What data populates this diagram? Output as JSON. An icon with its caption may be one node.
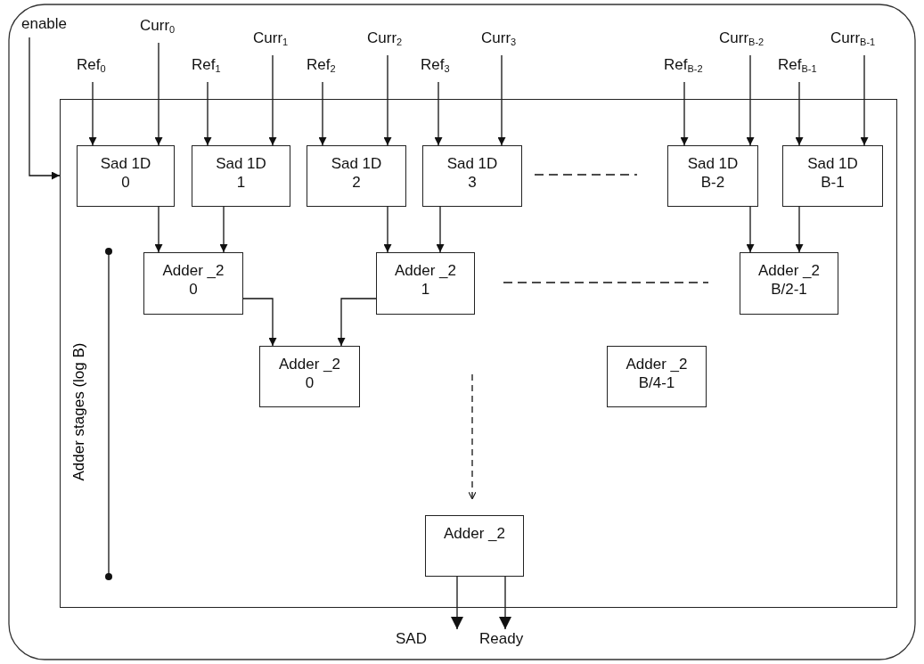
{
  "diagram": {
    "nodes": [
      {
        "text": [
          "enable"
        ]
      },
      {
        "text": [
          "Ref$_{0}$"
        ]
      },
      {
        "text": [
          "Curr$_{0}$"
        ]
      },
      {
        "text": [
          "Ref$_{1}$"
        ]
      },
      {
        "text": [
          "Curr$_{1}$"
        ]
      },
      {
        "text": [
          "Ref$_{2}$"
        ]
      },
      {
        "text": [
          "Curr$_{2}$"
        ]
      },
      {
        "text": [
          "Ref$_{3}$"
        ]
      },
      {
        "text": [
          "Curr$_{3}$"
        ]
      },
      {
        "text": [
          "Ref$_{B-2}$"
        ]
      },
      {
        "text": [
          "Curr$_{B-2}$"
        ]
      },
      {
        "text": [
          "Ref$_{B-1}$"
        ]
      },
      {
        "text": [
          "Curr$_{B-1}$"
        ]
      },
      {
        "text": [],
        "shape": "box"
      },
      {
        "text": [
          "Sad 1D",
          "0"
        ],
        "in": 13
      },
      {
        "text": [
          "Sad 1D",
          "1"
        ],
        "in": 13
      },
      {
        "text": [
          "Sad 1D",
          "2"
        ],
        "in": 13
      },
      {
        "text": [
          "Sad 1D",
          "3"
        ],
        "in": 13
      },
      {
        "text": [
          "Sad 1D",
          "B-2"
        ],
        "in": 13
      },
      {
        "text": [
          "Sad 1D",
          "B-1"
        ],
        "in": 13
      },
      {
        "text": [
          "Adder _2",
          "0"
        ],
        "in": 13
      },
      {
        "text": [
          "Adder _2",
          "1"
        ],
        "in": 13
      },
      {
        "text": [
          "Adder _2",
          "B/2-1"
        ],
        "in": 13
      },
      {
        "text": [
          "Adder _2",
          "0"
        ],
        "in": 13
      },
      {
        "text": [
          "Adder _2",
          "B/4-1"
        ],
        "in": 13
      },
      {
        "text": [
          "Adder _2"
        ],
        "in": 13
      },
      {
        "text": [
          "SAD"
        ]
      },
      {
        "text": [
          "Ready"
        ]
      }
    ],
    "edges": [
      {
        "from": 0,
        "to": 13,
        "arrow": "to"
      },
      {
        "from": 1,
        "to": 14,
        "arrow": "to"
      },
      {
        "from": 2,
        "to": 14,
        "arrow": "to"
      },
      {
        "from": 3,
        "to": 15,
        "arrow": "to"
      },
      {
        "from": 4,
        "to": 15,
        "arrow": "to"
      },
      {
        "from": 5,
        "to": 16,
        "arrow": "to"
      },
      {
        "from": 6,
        "to": 16,
        "arrow": "to"
      },
      {
        "from": 7,
        "to": 17,
        "arrow": "to"
      },
      {
        "from": 8,
        "to": 17,
        "arrow": "to"
      },
      {
        "from": 9,
        "to": 18,
        "arrow": "to"
      },
      {
        "from": 10,
        "to": 18,
        "arrow": "to"
      },
      {
        "from": 11,
        "to": 19,
        "arrow": "to"
      },
      {
        "from": 12,
        "to": 19,
        "arrow": "to"
      },
      {
        "from": 14,
        "to": 20,
        "arrow": "to"
      },
      {
        "from": 15,
        "to": 20,
        "arrow": "to"
      },
      {
        "from": 16,
        "to": 21,
        "arrow": "to"
      },
      {
        "from": 17,
        "to": 21,
        "arrow": "to"
      },
      {
        "from": 18,
        "to": 22,
        "arrow": "to"
      },
      {
        "from": 19,
        "to": 22,
        "arrow": "to"
      },
      {
        "from": 20,
        "to": 23,
        "arrow": "to"
      },
      {
        "from": 21,
        "to": 23,
        "arrow": "to"
      },
      {
        "from": null,
        "to": 25,
        "arrow": "to",
        "style": "dashed"
      },
      {
        "from": 25,
        "to": 26,
        "arrow": "to"
      },
      {
        "from": 25,
        "to": 27,
        "arrow": "to"
      }
    ],
    "labels": [
      "Adder stages (log B)"
    ]
  }
}
